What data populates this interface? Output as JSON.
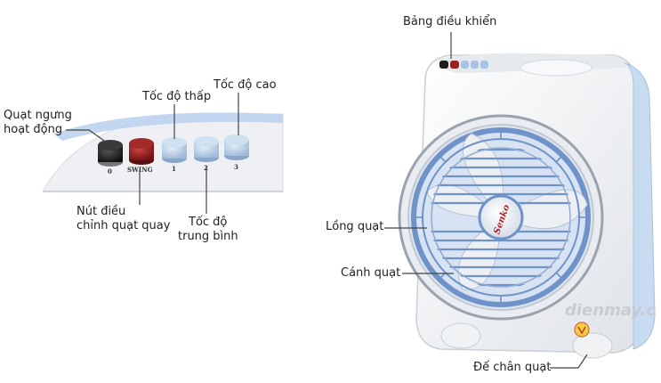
{
  "labels": {
    "off_line1": "Quạt ngưng",
    "off_line2": "hoạt động",
    "low_speed": "Tốc độ thấp",
    "high_speed": "Tốc độ cao",
    "swing_line1": "Nút điều",
    "swing_line2": "chỉnh quạt quay",
    "mid_line1": "Tốc độ",
    "mid_line2": "trung bình",
    "control_panel": "Bảng điều khiển",
    "fan_cage": "Lồng quạt",
    "fan_blade": "Cánh quạt",
    "fan_base": "Đế chân quạt"
  },
  "panel_buttons": {
    "b0": "0",
    "swing": "SWING",
    "b1": "1",
    "b2": "2",
    "b3": "3"
  },
  "brand_logo": "Senko",
  "watermark": "dienmay.c",
  "colors": {
    "off_button": "#222222",
    "swing_button": "#8e1b1b",
    "speed_button": "#b8cfe6",
    "grille": "#6f93c8",
    "body": "#f2f3f5",
    "callout_line": "#444444"
  }
}
